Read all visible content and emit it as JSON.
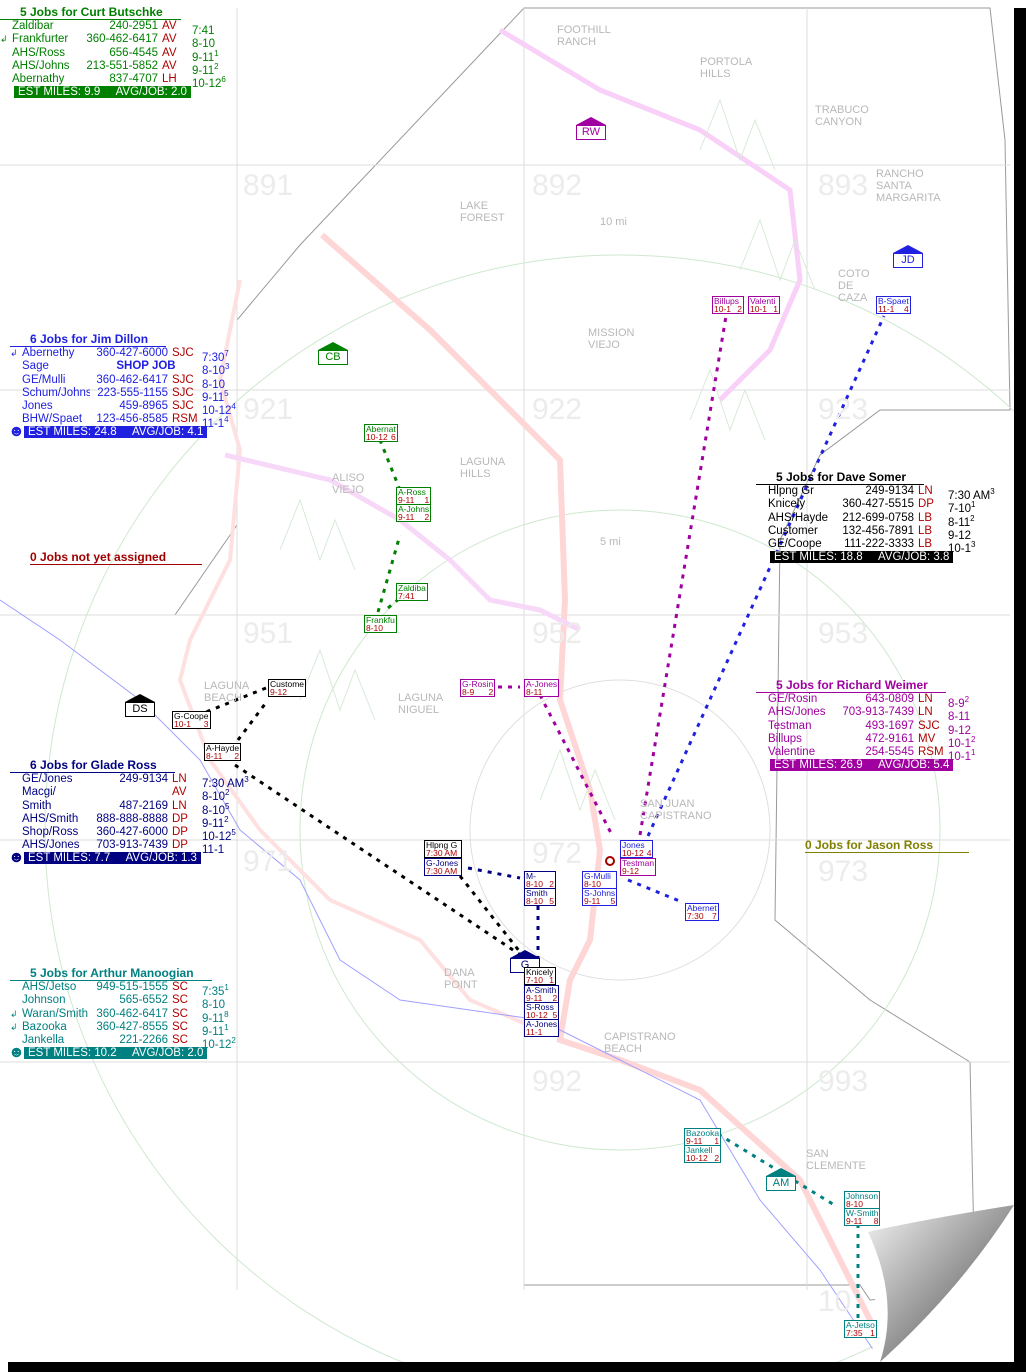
{
  "panels": [
    {
      "id": "curt",
      "title": "5 Jobs for Curt Butschke",
      "color": "#008000",
      "summary": "EST MILES: 9.9     AVG/JOB: 2.0",
      "smiley": false,
      "rows": [
        [
          "Zaldibar",
          "240-2951",
          "AV",
          "7:41",
          ""
        ],
        [
          "Frankfurter",
          "360-462-6417",
          "AV",
          "8-10",
          ""
        ],
        [
          "AHS/Ross",
          "656-4545",
          "AV",
          "9-11",
          "1"
        ],
        [
          "AHS/Johns",
          "213-551-5852",
          "AV",
          "9-11",
          "2"
        ],
        [
          "Abernathy",
          "837-4707",
          "LH",
          "10-12",
          "6"
        ]
      ]
    },
    {
      "id": "jim",
      "title": "6 Jobs for Jim Dillon",
      "color": "#2020e0",
      "summary": "EST MILES: 24.8     AVG/JOB: 4.1",
      "smiley": true,
      "rows": [
        [
          "Abernethy",
          "360-427-6000",
          "SJC",
          "7:30",
          "7"
        ],
        [
          "Sage",
          "SHOP JOB",
          "",
          "8-10",
          "3"
        ],
        [
          "GE/Mulli",
          "360-462-6417",
          "SJC",
          "8-10",
          ""
        ],
        [
          "Schum/Johns",
          "223-555-1155",
          "SJC",
          "9-11",
          "5"
        ],
        [
          "Jones",
          "459-8965",
          "SJC",
          "10-12",
          "4"
        ],
        [
          "BHW/Spaet",
          "123-456-8585",
          "RSM",
          "11-1",
          "4"
        ]
      ]
    },
    {
      "id": "glade",
      "title": "6 Jobs for Glade Ross",
      "color": "#000080",
      "summary": "EST MILES: 7.7     AVG/JOB: 1.3",
      "smiley": true,
      "rows": [
        [
          "GE/Jones",
          "249-9134",
          "LN",
          "7:30 AM",
          "3"
        ],
        [
          "Macgi/",
          "",
          "AV",
          "8-10",
          "2"
        ],
        [
          "Smith",
          "487-2169",
          "LN",
          "8-10",
          "5"
        ],
        [
          "AHS/Smith",
          "888-888-8888",
          "DP",
          "9-11",
          "2"
        ],
        [
          "Shop/Ross",
          "360-427-6000",
          "DP",
          "10-12",
          "5"
        ],
        [
          "AHS/Jones",
          "703-913-7439",
          "DP",
          "11-1",
          ""
        ]
      ]
    },
    {
      "id": "arthur",
      "title": "5 Jobs for Arthur Manoogian",
      "color": "#008080",
      "summary": "EST MILES: 10.2     AVG/JOB: 2.0",
      "smiley": true,
      "rows": [
        [
          "AHS/Jetso",
          "949-515-1555",
          "SC",
          "7:35",
          "1"
        ],
        [
          "Johnson",
          "565-6552",
          "SC",
          "8-10",
          ""
        ],
        [
          "Waran/Smith",
          "360-462-6417",
          "SC",
          "9-11",
          "8"
        ],
        [
          "Bazooka",
          "360-427-8555",
          "SC",
          "9-11",
          "1"
        ],
        [
          "Jankella",
          "221-2266",
          "SC",
          "10-12",
          "2"
        ]
      ]
    },
    {
      "id": "dave",
      "title": "5 Jobs for Dave Somer",
      "color": "#000000",
      "summary": "EST MILES: 18.8     AVG/JOB: 3.8",
      "smiley": false,
      "rows": [
        [
          "Hlpng Gr",
          "249-9134",
          "LN",
          "7:30 AM",
          "3"
        ],
        [
          "Knicely",
          "360-427-5515",
          "DP",
          "7-10",
          "1"
        ],
        [
          "AHS/Hayde",
          "212-699-0758",
          "LB",
          "8-11",
          "2"
        ],
        [
          "Customer",
          "132-456-7891",
          "LB",
          "9-12",
          ""
        ],
        [
          "GE/Coope",
          "111-222-3333",
          "LB",
          "10-1",
          "3"
        ]
      ]
    },
    {
      "id": "richard",
      "title": "5 Jobs for Richard Weimer",
      "color": "#a000a0",
      "summary": "EST MILES: 26.9     AVG/JOB: 5.4",
      "smiley": false,
      "rows": [
        [
          "GE/Rosin",
          "643-0809",
          "LN",
          "8-9",
          "2"
        ],
        [
          "AHS/Jones",
          "703-913-7439",
          "LN",
          "8-11",
          ""
        ],
        [
          "Testman",
          "493-1697",
          "SJC",
          "9-12",
          ""
        ],
        [
          "Billups",
          "472-9161",
          "MV",
          "10-1",
          "2"
        ],
        [
          "Valentine",
          "254-5545",
          "RSM",
          "10-1",
          "1"
        ]
      ]
    }
  ],
  "notes": {
    "unassigned": "0 Jobs not yet assigned",
    "jason": "0 Jobs for Jason Ross",
    "unassigned_color": "#a00000",
    "jason_color": "#808000"
  },
  "grid_numbers": [
    "891",
    "892",
    "893",
    "921",
    "922",
    "923",
    "951",
    "952",
    "953",
    "971",
    "972",
    "973",
    "992",
    "993",
    "10"
  ],
  "places": [
    "FOOTHILL RANCH",
    "PORTOLA HILLS",
    "TRABUCO CANYON",
    "RANCHO SANTA MARGARITA",
    "LAKE FOREST",
    "COTO DE CAZA",
    "MISSION VIEJO",
    "ALISO VIEJO",
    "LAGUNA HILLS",
    "LAGUNA BEACH",
    "LAGUNA NIGUEL",
    "SAN JUAN CAPISTRANO",
    "DANA POINT",
    "CAPISTRANO BEACH",
    "SAN CLEMENTE",
    "10 mi",
    "5 mi"
  ],
  "houses": [
    [
      "RW",
      "#a000a0"
    ],
    [
      "JD",
      "#2020e0"
    ],
    [
      "CB",
      "#008000"
    ],
    [
      "DS",
      "#000000"
    ],
    [
      "G",
      "#000080"
    ],
    [
      "AM",
      "#008080"
    ]
  ],
  "job_boxes": [
    {
      "c": "#008000",
      "s": [
        [
          "Abernat",
          "10-12",
          "6"
        ]
      ]
    },
    {
      "c": "#008000",
      "s": [
        [
          "A-Ross",
          "9-11",
          "1"
        ],
        [
          "A-Johns",
          "9-11",
          "2"
        ]
      ]
    },
    {
      "c": "#008000",
      "s": [
        [
          "Zaldiba",
          "7:41",
          ""
        ]
      ]
    },
    {
      "c": "#008000",
      "s": [
        [
          "Frankfu",
          "8-10",
          ""
        ]
      ]
    },
    {
      "c": "#2020e0",
      "s": [
        [
          "B-Spaet",
          "11-1",
          "4"
        ]
      ]
    },
    {
      "c": "#2020e0",
      "s": [
        [
          "Jones",
          "10-12",
          "4"
        ]
      ]
    },
    {
      "c": "#2020e0",
      "s": [
        [
          "G-Mulli",
          "8-10",
          ""
        ],
        [
          "S-Johns",
          "9-11",
          "5"
        ]
      ]
    },
    {
      "c": "#2020e0",
      "s": [
        [
          "Abernet",
          "7:30",
          "7"
        ]
      ]
    },
    {
      "c": "#a000a0",
      "s": [
        [
          "Billups",
          "10-1",
          "2"
        ]
      ]
    },
    {
      "c": "#a000a0",
      "s": [
        [
          "Valenti",
          "10-1",
          "1"
        ]
      ]
    },
    {
      "c": "#a000a0",
      "s": [
        [
          "G-Rosin",
          "8-9",
          "2"
        ]
      ]
    },
    {
      "c": "#a000a0",
      "s": [
        [
          "A-Jones",
          "8-11",
          ""
        ]
      ]
    },
    {
      "c": "#a000a0",
      "s": [
        [
          "Testman",
          "9-12",
          ""
        ]
      ]
    },
    {
      "c": "#000000",
      "s": [
        [
          "Custome",
          "9-12",
          ""
        ]
      ]
    },
    {
      "c": "#000000",
      "s": [
        [
          "G-Coope",
          "10-1",
          "3"
        ]
      ]
    },
    {
      "c": "#000000",
      "s": [
        [
          "A-Hayde",
          "8-11",
          "2"
        ]
      ]
    },
    {
      "c": "#000000",
      "s": [
        [
          "Hlpng G",
          "7:30 AM",
          ""
        ]
      ]
    },
    {
      "c": "#000080",
      "s": [
        [
          "G-Jones",
          "7:30 AM",
          ""
        ]
      ]
    },
    {
      "c": "#000080",
      "s": [
        [
          "M-",
          "8-10",
          "2"
        ],
        [
          "Smith",
          "8-10",
          "5"
        ]
      ]
    },
    {
      "c": "#000000",
      "s": [
        [
          "Knicely",
          "7-10",
          "1"
        ]
      ]
    },
    {
      "c": "#000080",
      "s": [
        [
          "A-Smith",
          "9-11",
          "2"
        ],
        [
          "S-Ross",
          "10-12",
          "5"
        ],
        [
          "A-Jones",
          "11-1",
          ""
        ]
      ]
    },
    {
      "c": "#008080",
      "s": [
        [
          "Bazooka",
          "9-11",
          "1"
        ],
        [
          "Jankell",
          "10-12",
          "2"
        ]
      ]
    },
    {
      "c": "#008080",
      "s": [
        [
          "Johnson",
          "8-10",
          ""
        ],
        [
          "W-Smith",
          "9-11",
          "8"
        ]
      ]
    },
    {
      "c": "#008080",
      "s": [
        [
          "A-Jetso",
          "7:35",
          "1"
        ]
      ]
    }
  ]
}
